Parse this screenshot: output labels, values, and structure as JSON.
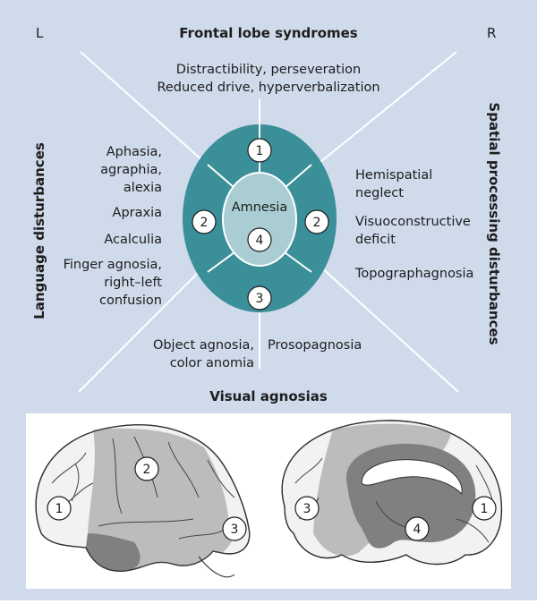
{
  "corners": {
    "left": "L",
    "right": "R"
  },
  "headers": {
    "top": "Frontal lobe syndromes",
    "bottom": "Visual agnosias",
    "left": "Language disturbances",
    "right": "Spatial processing disturbances"
  },
  "top_text": [
    "Distractibility, perseveration",
    "Reduced drive, hyperverbalization"
  ],
  "left_text": {
    "g1": [
      "Aphasia,",
      "agraphia,",
      "alexia"
    ],
    "g2": "Apraxia",
    "g3": "Acalculia",
    "g4": [
      "Finger agnosia,",
      "right–left",
      "confusion"
    ]
  },
  "right_text": {
    "g1": [
      "Hemispatial",
      "neglect"
    ],
    "g2": [
      "Visuoconstructive",
      "deficit"
    ],
    "g3": "Topographagnosia"
  },
  "bottom_text": {
    "left": [
      "Object agnosia,",
      "color anomia"
    ],
    "right": "Prosopagnosia"
  },
  "center_label": "Amnesia",
  "markers": {
    "top": "1",
    "left": "2",
    "right": "2",
    "center": "4",
    "bottom": "3",
    "lateral_frontal": "1",
    "lateral_parietal": "2",
    "lateral_occipital": "3",
    "medial_occipital": "3",
    "medial_temporal": "4",
    "medial_frontal": "1"
  },
  "colors": {
    "background": "#cfdaeb",
    "ellipse_outer": "#3a8f99",
    "ellipse_inner": "#a9cdd2",
    "brain_light": "#bcbcbc",
    "brain_dark": "#808080"
  }
}
